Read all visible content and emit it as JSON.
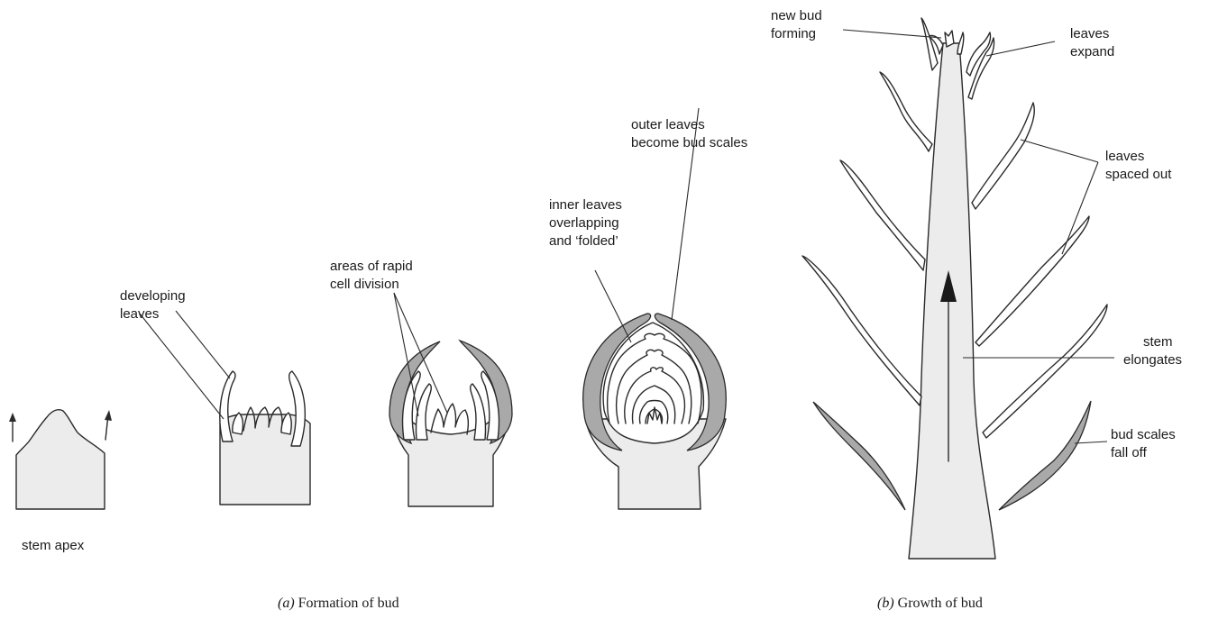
{
  "labels": {
    "stem_apex": "stem apex",
    "developing_leaves": [
      "developing",
      "leaves"
    ],
    "rapid_division": [
      "areas of rapid",
      "cell division"
    ],
    "inner_leaves": [
      "inner leaves",
      "overlapping",
      "and ‘folded’"
    ],
    "outer_leaves": [
      "outer leaves",
      "become bud scales"
    ],
    "new_bud": [
      "new bud",
      "forming"
    ],
    "leaves_expand": [
      "leaves",
      "expand"
    ],
    "leaves_spaced": [
      "leaves",
      "spaced out"
    ],
    "stem_elongates": [
      "stem",
      "elongates"
    ],
    "bud_scales_fall": [
      "bud scales",
      "fall off"
    ]
  },
  "captions": {
    "a_letter": "(a)",
    "a_text": " Formation of bud",
    "b_letter": "(b)",
    "b_text": " Growth of bud"
  }
}
